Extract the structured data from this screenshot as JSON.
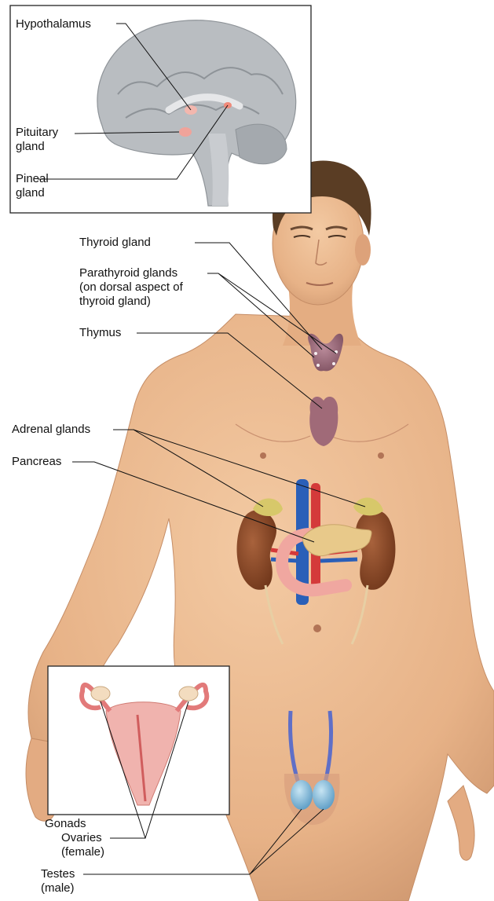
{
  "labels": {
    "hypothalamus": "Hypothalamus",
    "pituitary": [
      "Pituitary",
      "gland"
    ],
    "pineal": [
      "Pineal",
      "gland"
    ],
    "thyroid": "Thyroid gland",
    "parathyroid": [
      "Parathyroid glands",
      "(on dorsal aspect of",
      "thyroid gland)"
    ],
    "thymus": "Thymus",
    "adrenal": "Adrenal glands",
    "pancreas": "Pancreas",
    "gonads": "Gonads",
    "ovaries": [
      "Ovaries",
      "(female)"
    ],
    "testes": [
      "Testes",
      "(male)"
    ]
  },
  "colors": {
    "skin": "#e9b88f",
    "skin_shadow": "#d39a72",
    "hair": "#5a3d24",
    "brain": "#b9bdc1",
    "thyroid": "#9c6a7a",
    "kidney": "#8a4a2a",
    "vein": "#2a5fb8",
    "artery": "#d43a3a",
    "pancreas": "#e8c98a",
    "adrenal": "#d7c86a",
    "ovary_tissue": "#e27a7a",
    "testis": "#7fb6d6"
  }
}
